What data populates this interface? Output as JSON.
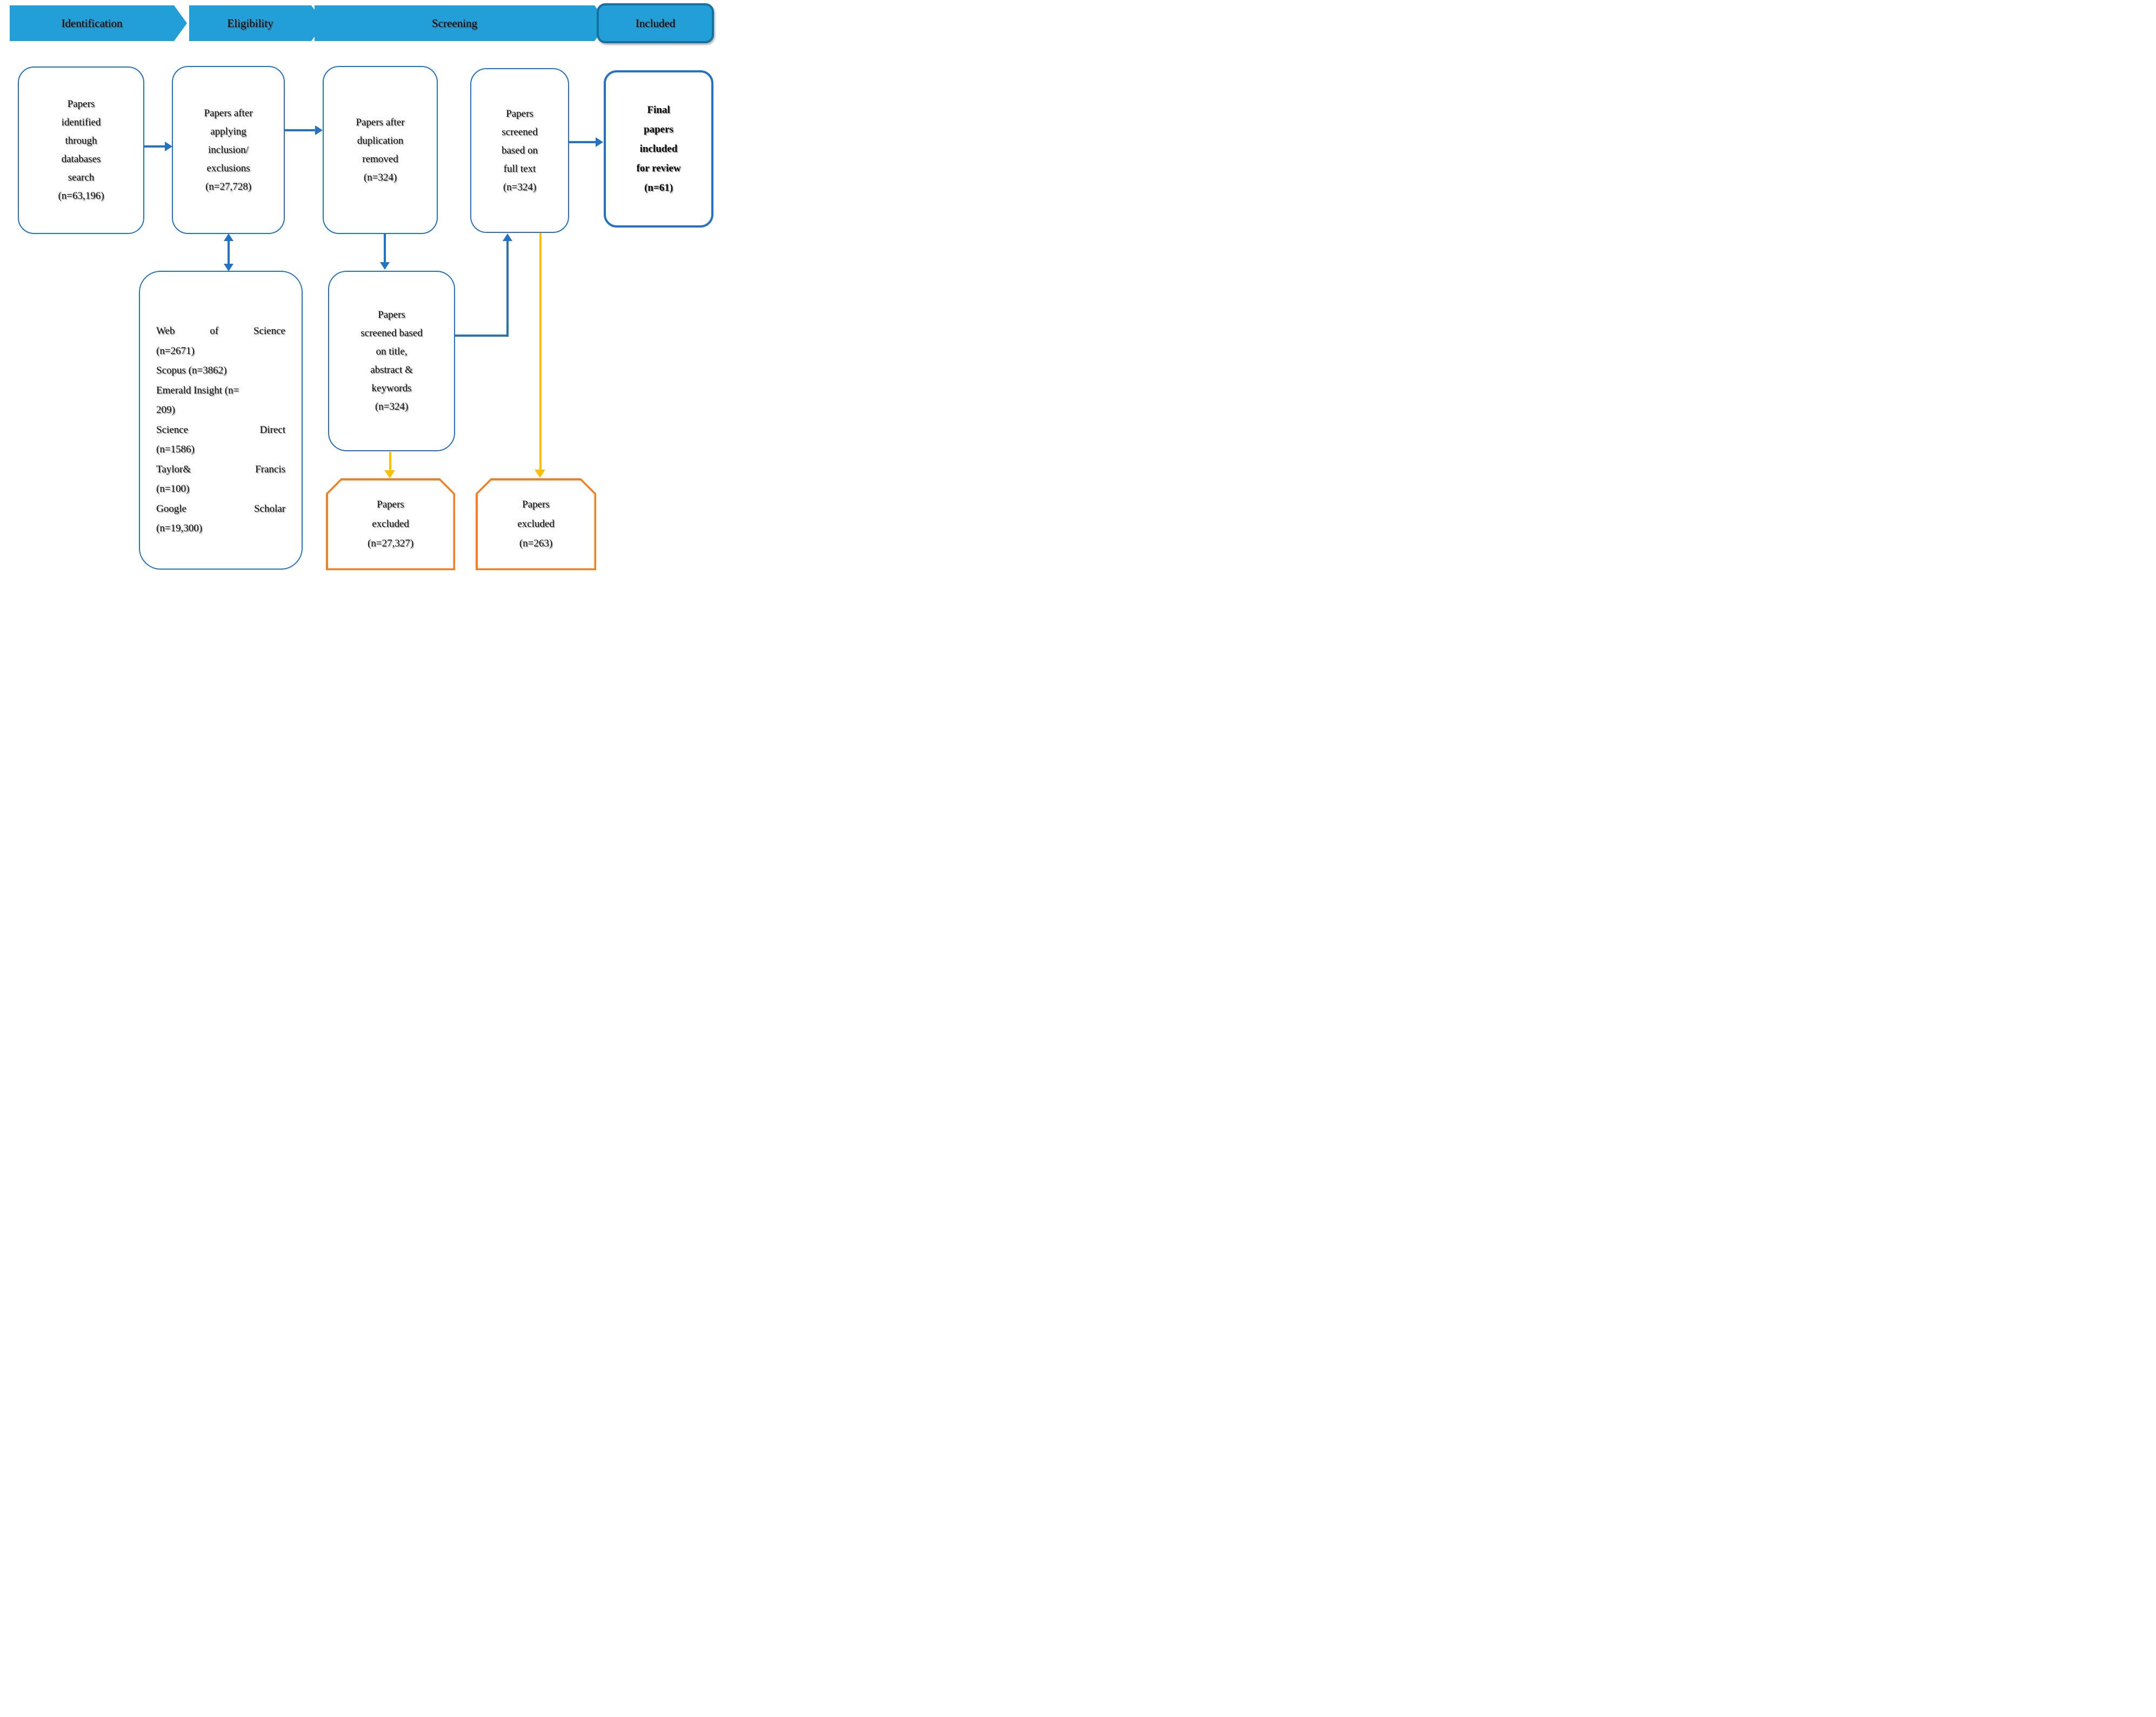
{
  "banners": [
    {
      "label": "Identification"
    },
    {
      "label": "Eligibility"
    },
    {
      "label": "Screening"
    },
    {
      "label": "Included"
    }
  ],
  "boxes": {
    "identified": {
      "lines": [
        "Papers",
        "identified",
        "through",
        "databases",
        "search",
        "(n=63,196)"
      ]
    },
    "inclusion": {
      "lines": [
        "Papers after",
        "applying",
        "inclusion/",
        "exclusions",
        "(n=27,728)"
      ]
    },
    "duplication": {
      "lines": [
        "Papers after",
        "duplication",
        "removed",
        "(n=324)"
      ]
    },
    "fulltext": {
      "lines": [
        "Papers",
        "screened",
        "based on",
        "full text",
        "(n=324)"
      ]
    },
    "final": {
      "lines": [
        "Final",
        "papers",
        "included",
        "for review",
        "(n=61)"
      ]
    },
    "title_screen": {
      "lines": [
        "Papers",
        "screened based",
        "on title,",
        "abstract &",
        "keywords",
        "(n=324)"
      ]
    },
    "excluded_title": {
      "lines": [
        "Papers",
        "excluded",
        "(n=27,327)"
      ]
    },
    "excluded_fulltext": {
      "lines": [
        "Papers",
        "excluded",
        "(n=263)"
      ]
    }
  },
  "databases": {
    "lines": [
      {
        "words": [
          "Web",
          "of",
          "Science"
        ],
        "spread": true
      },
      {
        "words": [
          "(n=2671)"
        ],
        "spread": false
      },
      {
        "words": [
          "Scopus",
          "(n=3862)"
        ],
        "spread": false
      },
      {
        "words": [
          "Emerald",
          "Insight",
          "(n="
        ],
        "spread": false
      },
      {
        "words": [
          "209)"
        ],
        "spread": false
      },
      {
        "words": [
          "Science",
          "Direct"
        ],
        "spread": true
      },
      {
        "words": [
          "(n=1586)"
        ],
        "spread": false
      },
      {
        "words": [
          "Taylor&",
          "Francis"
        ],
        "spread": true
      },
      {
        "words": [
          "(n=100)"
        ],
        "spread": false
      },
      {
        "words": [
          "Google",
          "Scholar"
        ],
        "spread": true
      },
      {
        "words": [
          "(n=19,300)"
        ],
        "spread": false
      }
    ]
  },
  "colors": {
    "blue_border": "#2272C6",
    "banner_fill": "#239FD8",
    "banner_border": "#15719E",
    "orange": "#F57E20",
    "yellow": "#FFC000",
    "text": "#0B0B0B"
  }
}
